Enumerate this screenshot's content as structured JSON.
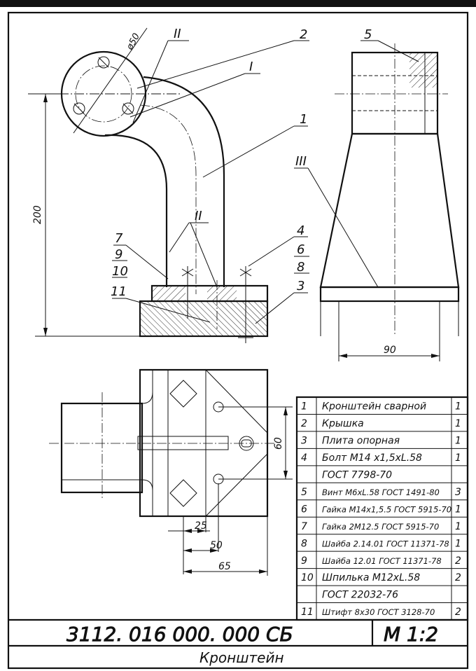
{
  "drawing": {
    "dimensions": {
      "diameter": "ø50",
      "height": "200",
      "width_side": "90",
      "width_plan": "60",
      "d25": "25",
      "d50": "50",
      "d65": "65"
    },
    "leaders": {
      "p1": "1",
      "p2": "2",
      "p3": "3",
      "p4": "4",
      "p5": "5",
      "p6": "6",
      "p7": "7",
      "p8": "8",
      "p9": "9",
      "p10": "10",
      "p11": "11",
      "w1": "I",
      "w2": "II",
      "w2b": "II",
      "w3": "III"
    }
  },
  "spec": {
    "rows": [
      {
        "num": "1",
        "name": "Кронштейн сварной",
        "qty": "1"
      },
      {
        "num": "2",
        "name": "Крышка",
        "qty": "1"
      },
      {
        "num": "3",
        "name": "Плита опорная",
        "qty": "1"
      },
      {
        "num": "4",
        "name": "Болт М14 х1,5хL.58",
        "qty": "1"
      },
      {
        "num": "",
        "name": "ГОСТ 7798-70",
        "qty": ""
      },
      {
        "num": "5",
        "name": "Винт М6хL.58 ГОСТ 1491-80",
        "qty": "3"
      },
      {
        "num": "6",
        "name": "Гайка М14х1,5.5 ГОСТ 5915-70",
        "qty": "1"
      },
      {
        "num": "7",
        "name": "Гайка 2М12.5 ГОСТ 5915-70",
        "qty": "1"
      },
      {
        "num": "8",
        "name": "Шайба 2.14.01 ГОСТ 11371-78",
        "qty": "1"
      },
      {
        "num": "9",
        "name": "Шайба 12.01 ГОСТ 11371-78",
        "qty": "2"
      },
      {
        "num": "10",
        "name": "Шпилька М12хL.58",
        "qty": "2"
      },
      {
        "num": "",
        "name": "ГОСТ 22032-76",
        "qty": ""
      },
      {
        "num": "11",
        "name": "Штифт 8х30 ГОСТ 3128-70",
        "qty": "2"
      }
    ]
  },
  "title_block": {
    "designation": "3112. 016 000. 000 СБ",
    "scale": "М 1:2",
    "name": "Кронштейн"
  }
}
